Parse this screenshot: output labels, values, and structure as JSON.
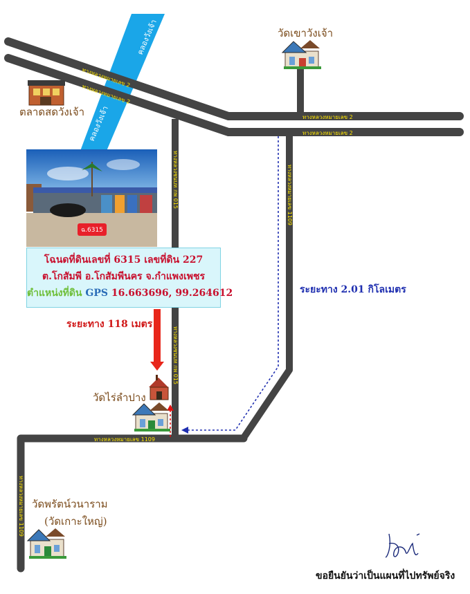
{
  "map": {
    "roads": {
      "highway_2_upper_left": "ทางหลวงหมายเลข 2",
      "highway_2_lower_left": "ทางหลวงหมายเลข 2",
      "highway_2_upper_right": "ทางหลวงหมายเลข 2",
      "highway_2_lower_right": "ทางหลวงหมายเลข 2",
      "highway_1109_bottom": "ทางหลวงหมายเลข 1109",
      "side_road_upper": "ทางหลวงชนบท กพ 015",
      "side_road_lower": "ทางหลวงชนบท กพ 015",
      "right_road": "ทางหลวงหมายเลข 1109",
      "left_road": "ทางหลวงหมายเลข 1109"
    },
    "canal": {
      "upper": "คลองวังเจ้า",
      "lower": "คลองวังเจ้า"
    },
    "places": {
      "wat_khao_wang_chao": "วัดเขาวังเจ้า",
      "market": "ตลาดสดวังเจ้า",
      "wat_rai_lampang": "วัดไร่ลำปาง",
      "wat_phrat_line1": "วัดพรัตน์วนาราม",
      "wat_phrat_line2": "(วัดเกาะใหญ่)"
    },
    "photo_badge": "ฉ.6315",
    "info": {
      "line1": "โฉนดที่ดินเลขที่  6315   เลขที่ดิน  227",
      "line2": "ต.โกสัมพี  อ.โกสัมพีนคร  จ.กำแพงเพชร",
      "line3_prefix": "ตำแหน่งที่ดิน",
      "line3_gps_label": "GPS",
      "line3_coords": "16.663696, 99.264612"
    },
    "distance_red": "ระยะทาง 118 เมตร",
    "distance_blue": "ระยะทาง 2.01 กิโลเมตร",
    "confirmation": "ขอยืนยันว่าเป็นแผนที่ไปทรัพย์จริง",
    "colors": {
      "road": "#444444",
      "canal": "#1aa6e8",
      "road_label": "#ffe600",
      "route_blue": "#1f2fb0",
      "route_red": "#e01010"
    }
  }
}
